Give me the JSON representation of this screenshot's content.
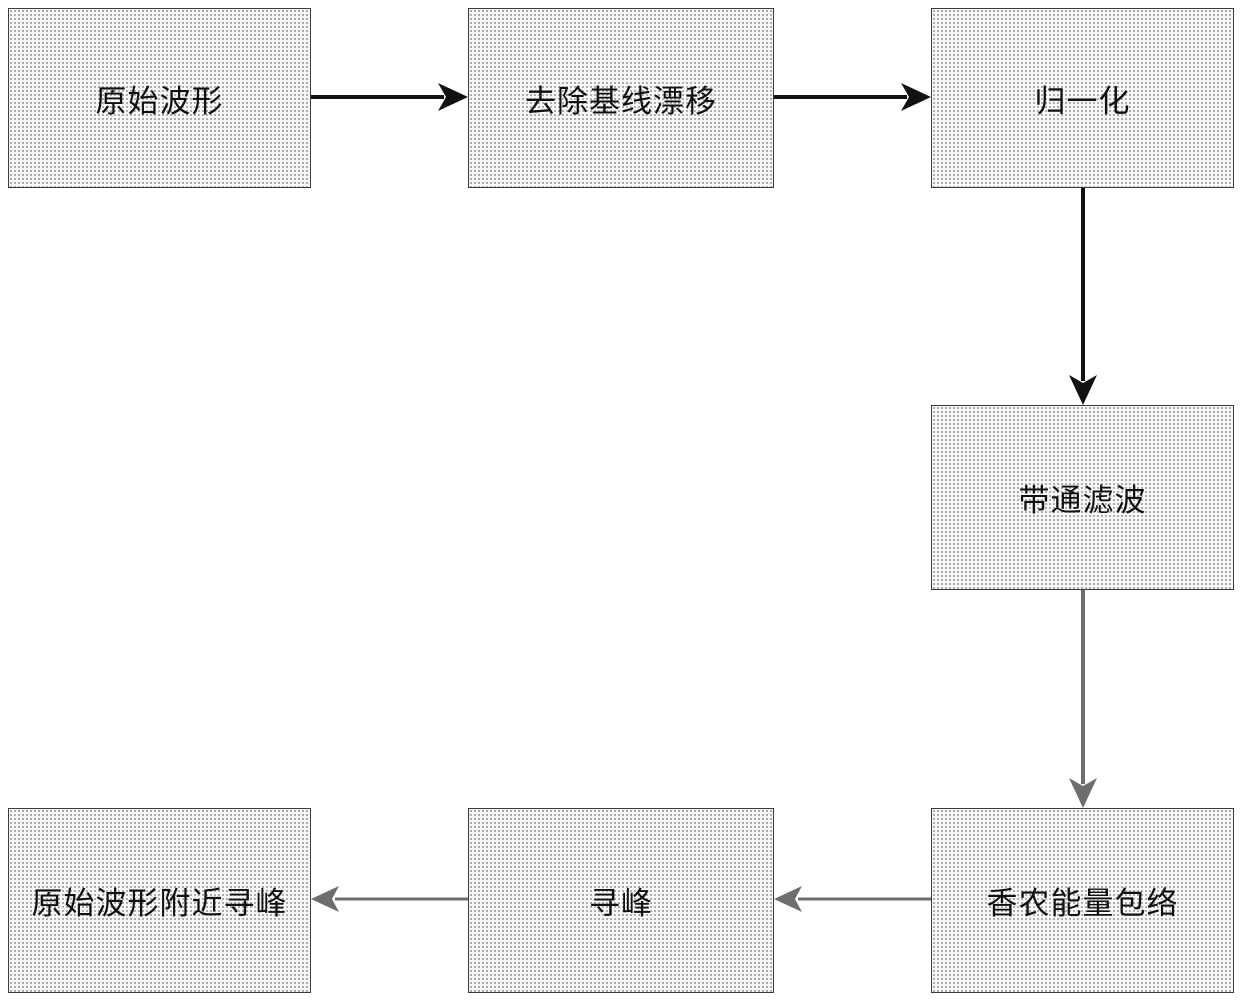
{
  "flowchart": {
    "steps": [
      {
        "id": "raw-waveform",
        "label": "原始波形"
      },
      {
        "id": "baseline-removal",
        "label": "去除基线漂移"
      },
      {
        "id": "normalization",
        "label": "归一化"
      },
      {
        "id": "bandpass-filter",
        "label": "带通滤波"
      },
      {
        "id": "shannon-envelope",
        "label": "香农能量包络"
      },
      {
        "id": "peak-finding",
        "label": "寻峰"
      },
      {
        "id": "peak-near-raw",
        "label": "原始波形附近寻峰"
      }
    ],
    "connections": [
      {
        "from": "raw-waveform",
        "to": "baseline-removal"
      },
      {
        "from": "baseline-removal",
        "to": "normalization"
      },
      {
        "from": "normalization",
        "to": "bandpass-filter"
      },
      {
        "from": "bandpass-filter",
        "to": "shannon-envelope"
      },
      {
        "from": "shannon-envelope",
        "to": "peak-finding"
      },
      {
        "from": "peak-finding",
        "to": "peak-near-raw"
      }
    ],
    "colors": {
      "box_border": "#3a3a3a",
      "box_fill": "#f7f7f7",
      "box_dots": "#9a9a9a",
      "arrow_dark": "#111111",
      "arrow_gray": "#6e6e6e"
    }
  }
}
